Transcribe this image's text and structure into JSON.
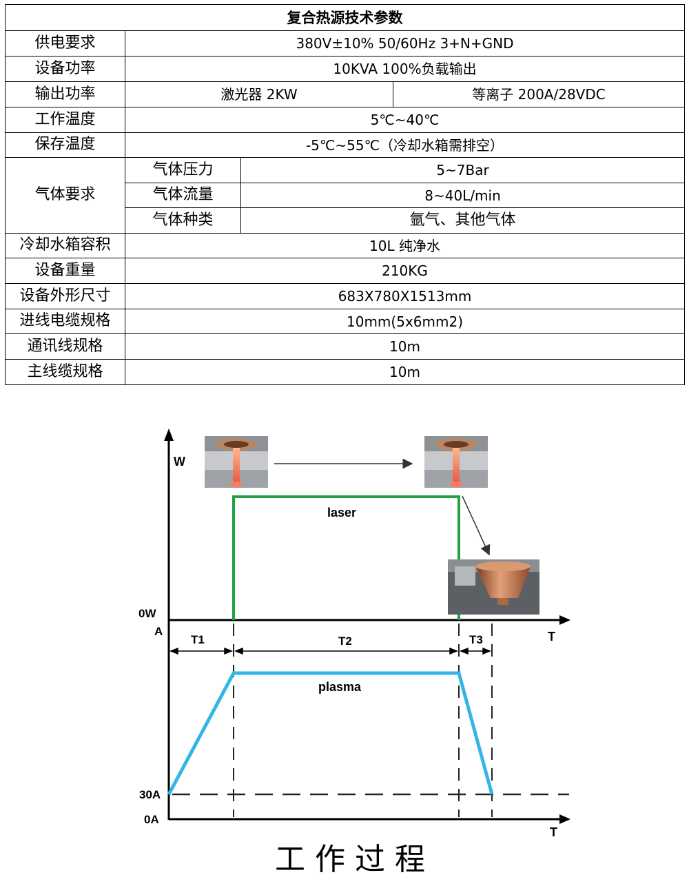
{
  "table": {
    "title": "复合热源技术参数",
    "rows": [
      {
        "label": "供电要求",
        "value": "380V±10%    50/60Hz    3+N+GND"
      },
      {
        "label": "设备功率",
        "value": "10KVA    100%负载输出"
      },
      {
        "label": "输出功率",
        "value": "激光器 2KW",
        "value2": "等离子 200A/28VDC"
      },
      {
        "label": "工作温度",
        "value": "5℃~40℃"
      },
      {
        "label": "保存温度",
        "value": "-5℃~55℃（冷却水箱需排空）"
      },
      {
        "label": "气体要求",
        "sub": [
          {
            "label": "气体压力",
            "value": "5~7Bar"
          },
          {
            "label": "气体流量",
            "value": "8~40L/min"
          },
          {
            "label": "气体种类",
            "value": "氩气、其他气体"
          }
        ]
      },
      {
        "label": "冷却水箱容积",
        "value": "10L  纯净水"
      },
      {
        "label": "设备重量",
        "value": "210KG"
      },
      {
        "label": "设备外形尺寸",
        "value": "683X780X1513mm"
      },
      {
        "label": "进线电缆规格",
        "value": "10mm(5x6mm2)"
      },
      {
        "label": "通讯线规格",
        "value": "10m"
      },
      {
        "label": "主线缆规格",
        "value": "10m"
      }
    ]
  },
  "diagram": {
    "laser_axis_label": "W",
    "laser_zero_label": "0W",
    "plasma_axis_label": "A",
    "time_label": "T",
    "time_label_bottom": "T",
    "laser_curve_label": "laser",
    "plasma_curve_label": "plasma",
    "plasma_base_label": "30A",
    "plasma_zero_label": "0A",
    "intervals": [
      "T1",
      "T2",
      "T3"
    ],
    "laser_color": "#22a045",
    "plasma_color": "#33b6e6"
  },
  "caption": "工作过程"
}
